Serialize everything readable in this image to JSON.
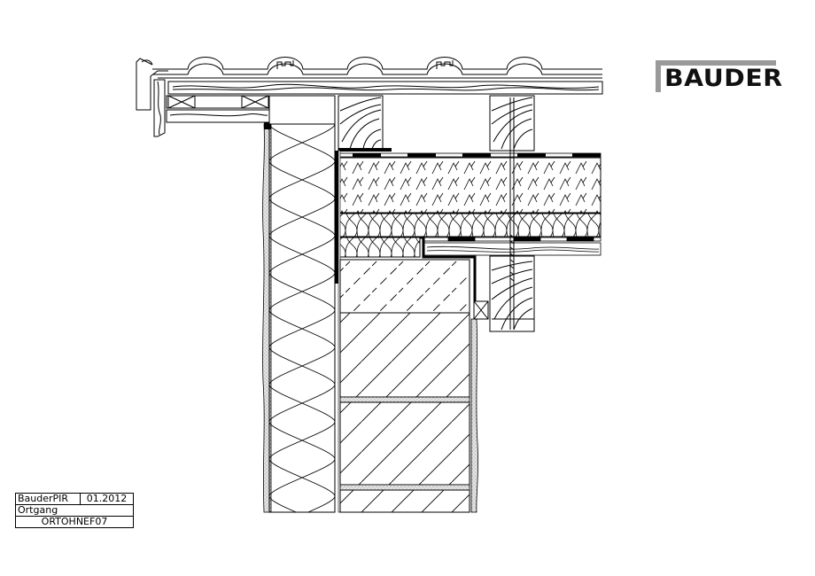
{
  "logo": {
    "text": "BAUDER",
    "bar_color": "#9a9a9a",
    "text_color": "#111111"
  },
  "title_block": {
    "product": "BauderPIR",
    "date": "01.2012",
    "detail_name": "Ortgang",
    "drawing_code": "ORTOHNEF07"
  },
  "drawing": {
    "type": "construction section detail",
    "subject": "Verge (Ortgang) of pitched roof with PIR rafter insulation",
    "layers": [
      "roof tiles",
      "tile battens",
      "counter battens",
      "verge board",
      "wooden rafters",
      "PIR insulation board with facing",
      "mineral wool insulation",
      "sealing membrane",
      "masonry wall (hatched)",
      "mortar joints",
      "external wall thermal insulation",
      "render / plaster"
    ],
    "colors": {
      "line": "#000000",
      "background": "#ffffff",
      "fill_gray": "#bdbdbd"
    }
  }
}
